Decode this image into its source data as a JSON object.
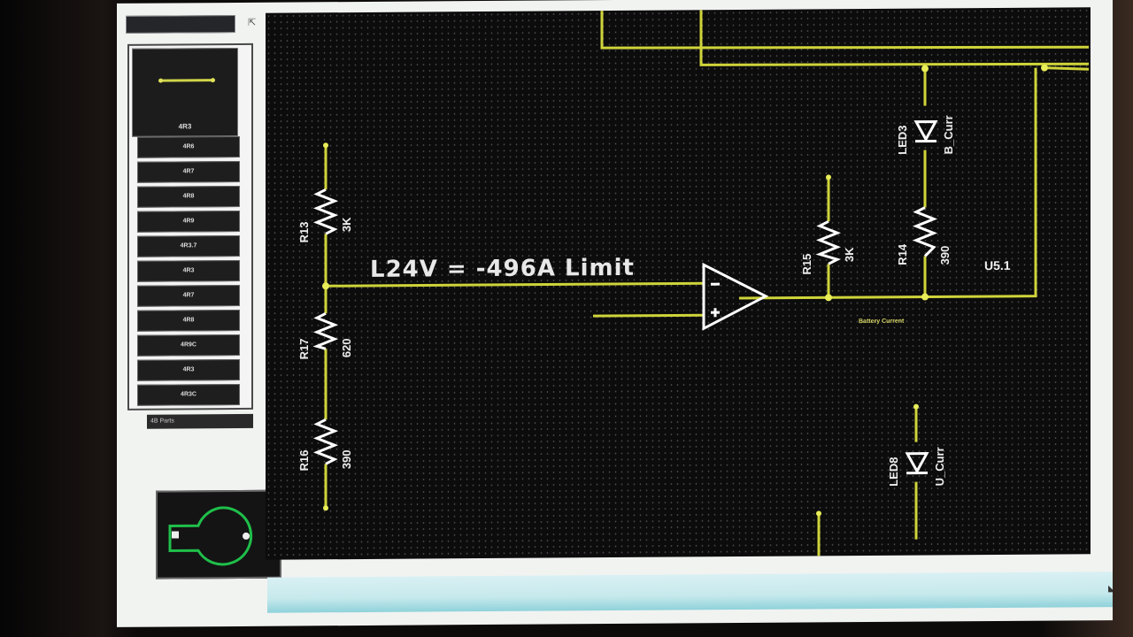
{
  "sidebar": {
    "preview_label": "4R3",
    "items": [
      "4R6",
      "4R7",
      "4R8",
      "4R9",
      "4R3.7",
      "4R3",
      "4R7",
      "4R8",
      "4R9C",
      "4R3",
      "4R3C"
    ],
    "footer_label": "4B Parts"
  },
  "schematic": {
    "annotation": "L24V = -496A Limit",
    "opamp_ref": "U5.1",
    "net_label": "Battery Current",
    "components": {
      "r13": "R13",
      "r13_value": "3K",
      "r17": "R17",
      "r17_value": "620",
      "r16": "R16",
      "r16_value": "390",
      "r15": "R15",
      "r15_value": "3K",
      "r14": "R14",
      "r14_value": "390",
      "led3": "LED3",
      "led3_label": "B_Curr",
      "led8": "LED8",
      "led8_label": "U_Curr"
    }
  },
  "colors": {
    "wire": "#cfd43a",
    "background": "#0c0c0c",
    "grid": "#4a4a4a",
    "footprint": "#1fbf4a"
  }
}
